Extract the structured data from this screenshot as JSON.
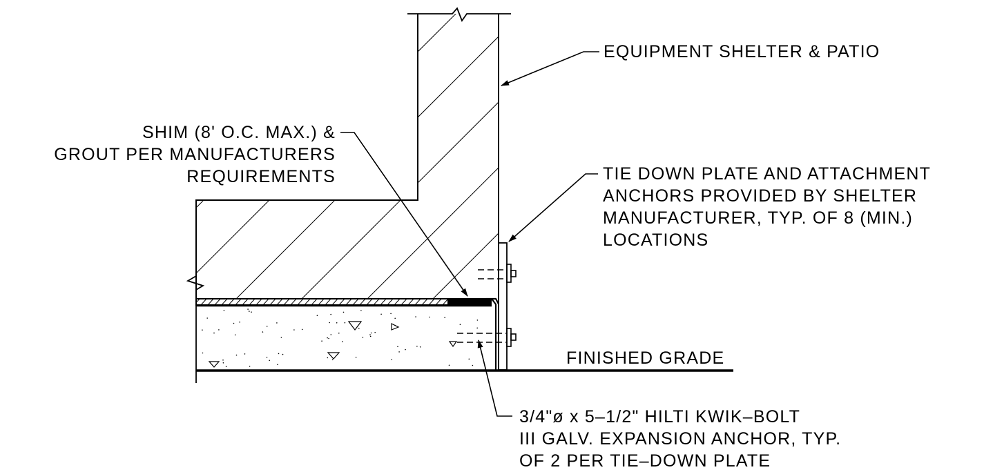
{
  "colors": {
    "ink": "#000000",
    "background": "#ffffff"
  },
  "notes": {
    "shelter": [
      "EQUIPMENT SHELTER & PATIO"
    ],
    "shim": [
      "SHIM (8' O.C. MAX.) &",
      "GROUT PER MANUFACTURERS",
      "REQUIREMENTS"
    ],
    "tiedown": [
      "TIE DOWN PLATE AND ATTACHMENT",
      "ANCHORS PROVIDED BY SHELTER",
      "MANUFACTURER, TYP. OF 8 (MIN.)",
      "LOCATIONS"
    ],
    "grade": [
      "FINISHED GRADE"
    ],
    "anchor": [
      "3/4\"ø x 5–1/2\" HILTI KWIK–BOLT",
      "III GALV. EXPANSION ANCHOR, TYP.",
      "OF 2 PER TIE–DOWN PLATE"
    ]
  }
}
